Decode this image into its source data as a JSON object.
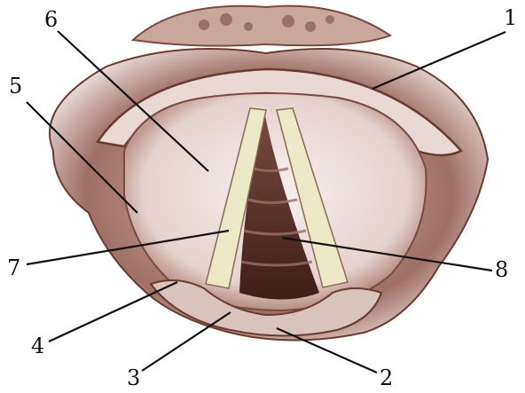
{
  "figure": {
    "description_none": "",
    "colors": {
      "background": "#ffffff",
      "tissue_dark": "#5a2a22",
      "tissue_mid": "#9a6a5e",
      "tissue_light": "#efe6e3",
      "vocal_cord": "#ece9c6",
      "leader_line": "#111111"
    },
    "callouts": [
      {
        "id": "1",
        "label": "1"
      },
      {
        "id": "2",
        "label": "2"
      },
      {
        "id": "3",
        "label": "3"
      },
      {
        "id": "4",
        "label": "4"
      },
      {
        "id": "5",
        "label": "5"
      },
      {
        "id": "6",
        "label": "6"
      },
      {
        "id": "7",
        "label": "7"
      },
      {
        "id": "8",
        "label": "8"
      }
    ]
  }
}
